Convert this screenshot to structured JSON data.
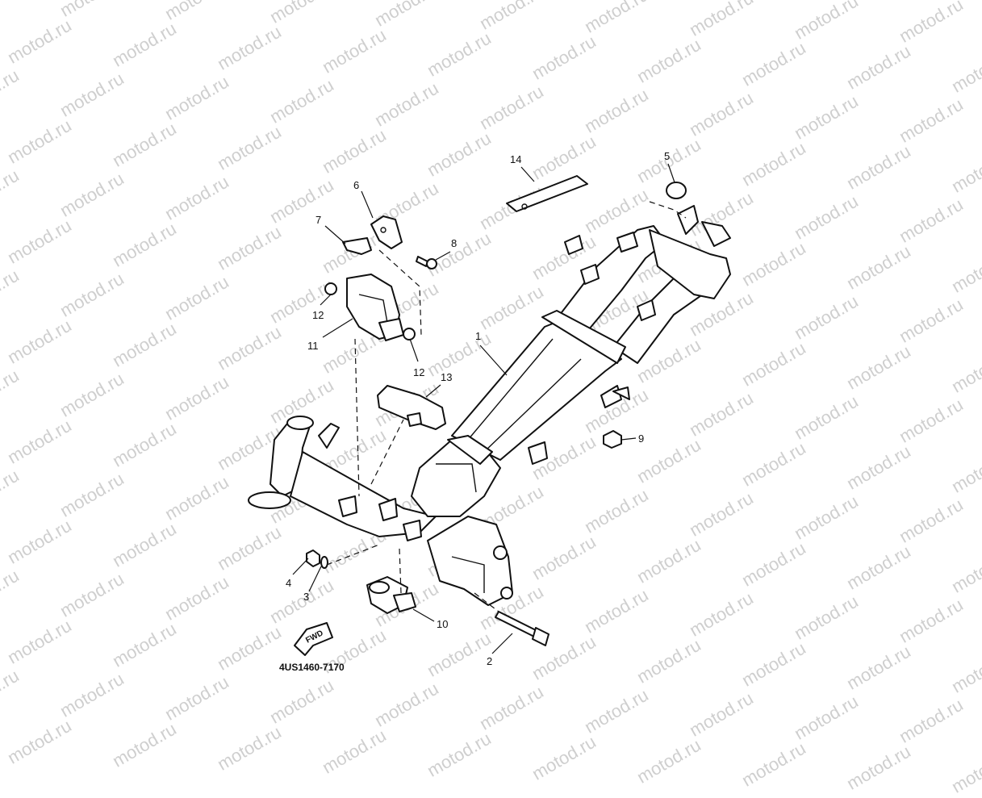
{
  "watermark": {
    "text": "motod.ru",
    "color": "#cfcfcf"
  },
  "diagram_code": "4US1460-7170",
  "fwd_label": "FWD",
  "callouts": [
    {
      "key": "frame",
      "label": "1"
    },
    {
      "key": "bolt",
      "label": "2"
    },
    {
      "key": "washer",
      "label": "3"
    },
    {
      "key": "nut-4",
      "label": "4"
    },
    {
      "key": "cap",
      "label": "5"
    },
    {
      "key": "bracket-6",
      "label": "6"
    },
    {
      "key": "clip-7",
      "label": "7"
    },
    {
      "key": "screw-8",
      "label": "8"
    },
    {
      "key": "nut-9",
      "label": "9"
    },
    {
      "key": "stay-10",
      "label": "10"
    },
    {
      "key": "cover-11",
      "label": "11"
    },
    {
      "key": "nut-12-top",
      "label": "12"
    },
    {
      "key": "nut-12-bottom",
      "label": "12"
    },
    {
      "key": "plate-13",
      "label": "13"
    },
    {
      "key": "pad-14",
      "label": "14"
    }
  ]
}
